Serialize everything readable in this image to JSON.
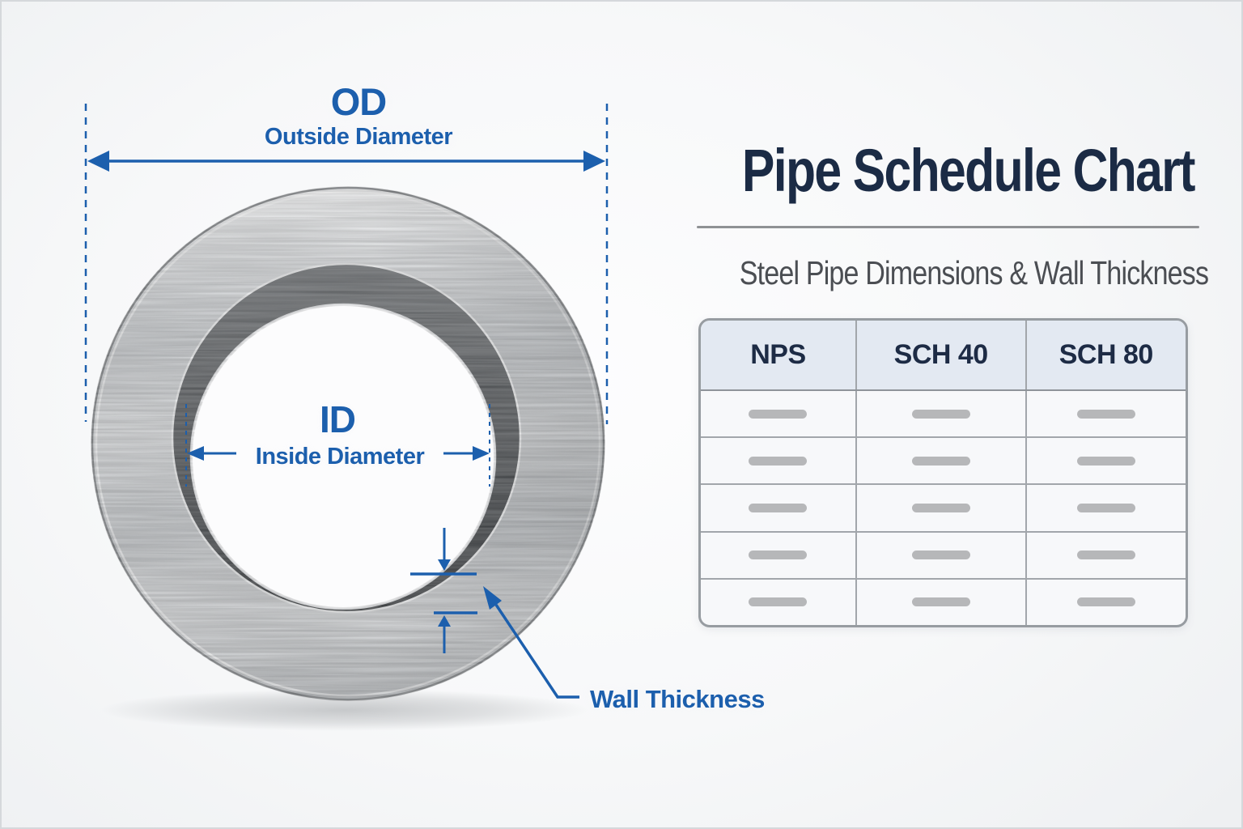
{
  "colors": {
    "accent_blue": "#1c5fad",
    "title_navy": "#1b2b45",
    "subtitle_gray": "#4b4e53",
    "divider_gray": "#8f9194",
    "table_border": "#979ca1",
    "table_header_bg": "#e3e9f2",
    "table_body_bg": "#f7f8fa",
    "placeholder_pill": "#b6b7b9",
    "steel_face_light": "#eff0f1",
    "steel_face_dark": "#b4b7ba",
    "bore_wall_dark": "#45484b"
  },
  "diagram": {
    "od": {
      "abbr": "OD",
      "label": "Outside Diameter"
    },
    "id": {
      "abbr": "ID",
      "label": "Inside Diameter"
    },
    "wall": {
      "label": "Wall Thickness"
    }
  },
  "panel": {
    "title": "Pipe Schedule Chart",
    "subtitle": "Steel Pipe Dimensions & Wall Thickness"
  },
  "table": {
    "headers": [
      "NPS",
      "SCH 40",
      "SCH 80"
    ],
    "columns": 3,
    "body_rows": 5,
    "cells_are_placeholders": true
  }
}
